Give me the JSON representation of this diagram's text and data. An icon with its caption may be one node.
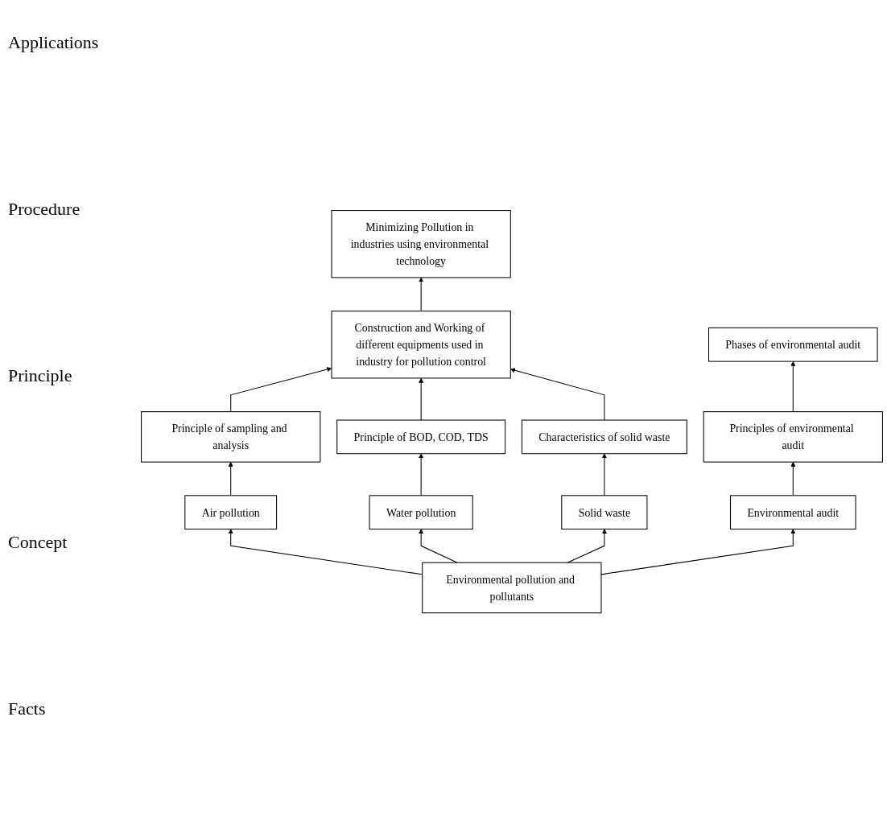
{
  "diagram": {
    "nodes": [
      {
        "text": [
          "Minimizing Pollution in industries using environmental technology"
        ]
      },
      {
        "text": [
          "Construction and Working of different equipments used in industry for pollution control"
        ]
      },
      {
        "text": [
          "Phases of environmental audit"
        ]
      },
      {
        "text": [
          "Principle of sampling and analysis"
        ]
      },
      {
        "text": [
          "Principle of BOD, COD, TDS"
        ]
      },
      {
        "text": [
          "Characteristics of solid waste"
        ]
      },
      {
        "text": [
          "Principles of environmental audit"
        ]
      },
      {
        "text": [
          "Air pollution"
        ]
      },
      {
        "text": [
          "Water pollution"
        ]
      },
      {
        "text": [
          "Solid waste"
        ]
      },
      {
        "text": [
          "Environmental audit"
        ]
      },
      {
        "text": [
          "Environmental pollution and pollutants"
        ]
      }
    ],
    "edges": [
      {
        "from": 1,
        "to": 0,
        "arrow": "to"
      },
      {
        "from": 3,
        "to": 1,
        "arrow": "to"
      },
      {
        "from": 4,
        "to": 1,
        "arrow": "to"
      },
      {
        "from": 5,
        "to": 1,
        "arrow": "to"
      },
      {
        "from": 6,
        "to": 2,
        "arrow": "to"
      },
      {
        "from": 7,
        "to": 3,
        "arrow": "to"
      },
      {
        "from": 8,
        "to": 4,
        "arrow": "to"
      },
      {
        "from": 9,
        "to": 5,
        "arrow": "to"
      },
      {
        "from": 10,
        "to": 6,
        "arrow": "to"
      },
      {
        "from": 11,
        "to": 7,
        "arrow": "to"
      },
      {
        "from": 11,
        "to": 8,
        "arrow": "to"
      },
      {
        "from": 11,
        "to": 9,
        "arrow": "to"
      },
      {
        "from": 11,
        "to": 10,
        "arrow": "to"
      }
    ],
    "labels": [
      "Applications",
      "Procedure",
      "Principle",
      "Concept",
      "Facts"
    ]
  }
}
